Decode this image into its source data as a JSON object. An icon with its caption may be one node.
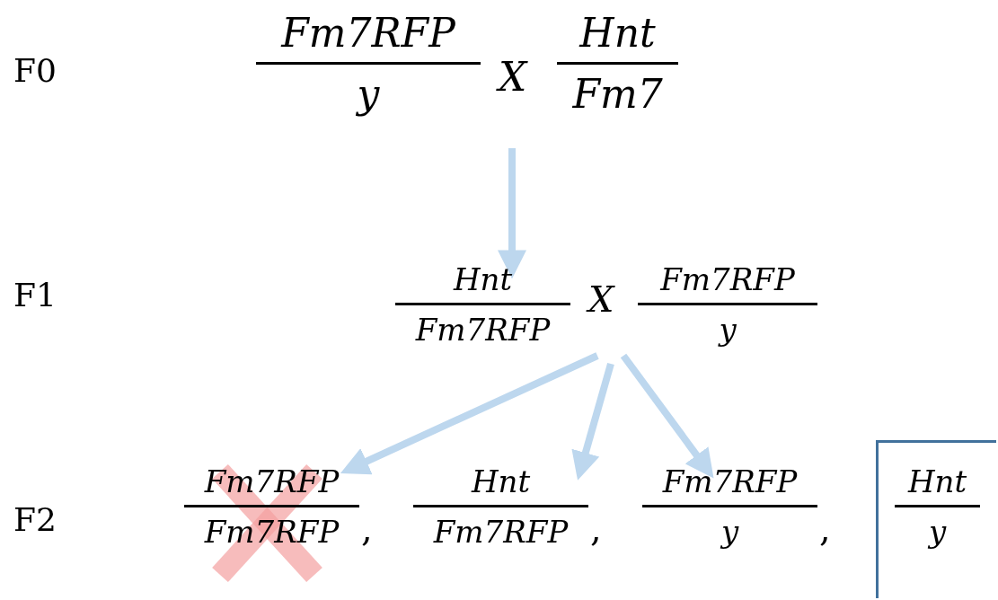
{
  "diagram": {
    "nodes": [
      {
        "text": [
          "Fm7RFP",
          "y"
        ]
      },
      {
        "text": [
          "Hnt",
          "Fm7"
        ]
      },
      {
        "text": [
          "Hnt",
          "Fm7RFP"
        ]
      },
      {
        "text": [
          "Fm7RFP",
          "y"
        ]
      },
      {
        "text": [
          "Fm7RFP",
          "Fm7RFP"
        ]
      },
      {
        "text": [
          "Hnt",
          "Fm7RFP"
        ]
      },
      {
        "text": [
          "Fm7RFP",
          "y"
        ]
      },
      {
        "text": [
          "Hnt",
          "y"
        ]
      }
    ],
    "edges": [
      {
        "from": null,
        "to": 2,
        "arrow": "to"
      },
      {
        "from": null,
        "to": 4,
        "arrow": "to"
      },
      {
        "from": null,
        "to": 5,
        "arrow": "to"
      },
      {
        "from": null,
        "to": 6,
        "arrow": "to"
      }
    ],
    "labels": [
      "F0",
      "X",
      "F1",
      "X",
      "F2",
      ",",
      ",",
      ","
    ]
  }
}
